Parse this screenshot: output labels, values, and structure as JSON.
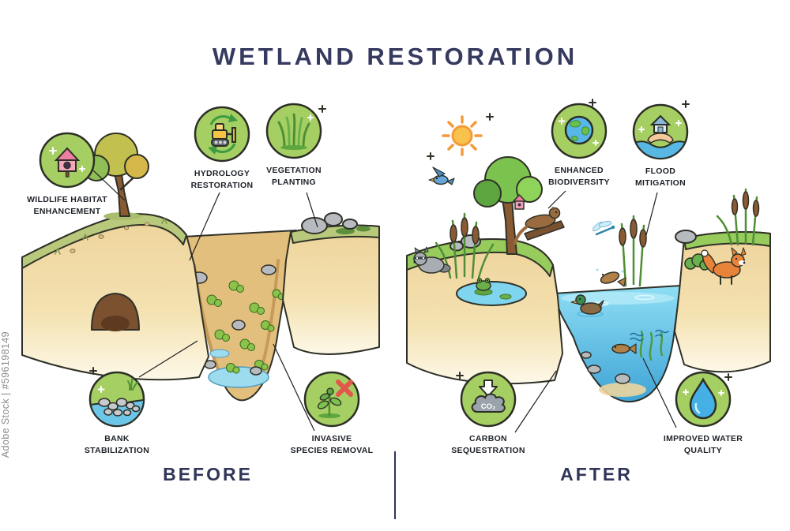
{
  "title": "WETLAND RESTORATION",
  "watermark": "Adobe Stock | #596198149",
  "before": {
    "heading": "BEFORE",
    "callouts": [
      {
        "icon": "birdhouse-icon",
        "line1": "WILDLIFE HABITAT",
        "line2": "ENHANCEMENT"
      },
      {
        "icon": "bulldozer-icon",
        "line1": "HYDROLOGY",
        "line2": "RESTORATION"
      },
      {
        "icon": "grass-icon",
        "line1": "VEGETATION",
        "line2": "PLANTING"
      },
      {
        "icon": "pebbles-icon",
        "line1": "BANK",
        "line2": "STABILIZATION"
      },
      {
        "icon": "invasive-plant-icon",
        "line1": "INVASIVE",
        "line2": "SPECIES REMOVAL"
      }
    ]
  },
  "after": {
    "heading": "AFTER",
    "callouts": [
      {
        "icon": "globe-icon",
        "line1": "ENHANCED",
        "line2": "BIODIVERSITY"
      },
      {
        "icon": "house-in-hand-icon",
        "line1": "FLOOD",
        "line2": "MITIGATION"
      },
      {
        "icon": "co2-cloud-icon",
        "line1": "CARBON",
        "line2": "SEQUESTRATION"
      },
      {
        "icon": "water-drop-icon",
        "line1": "IMPROVED WATER",
        "line2": "QUALITY"
      }
    ]
  },
  "icons": {
    "co2_label": "CO₂",
    "decorative": [
      "sun-icon",
      "sparkle-icon"
    ]
  },
  "colors": {
    "title": "#353a5e",
    "icon_bg": "#a6cf63",
    "outline": "#2c2e26",
    "water": "#6fd0ef",
    "soil": "#eed39a",
    "grass_before": "#b9c97b",
    "grass_after": "#97cb5c",
    "invasive_x": "#e2574c"
  }
}
